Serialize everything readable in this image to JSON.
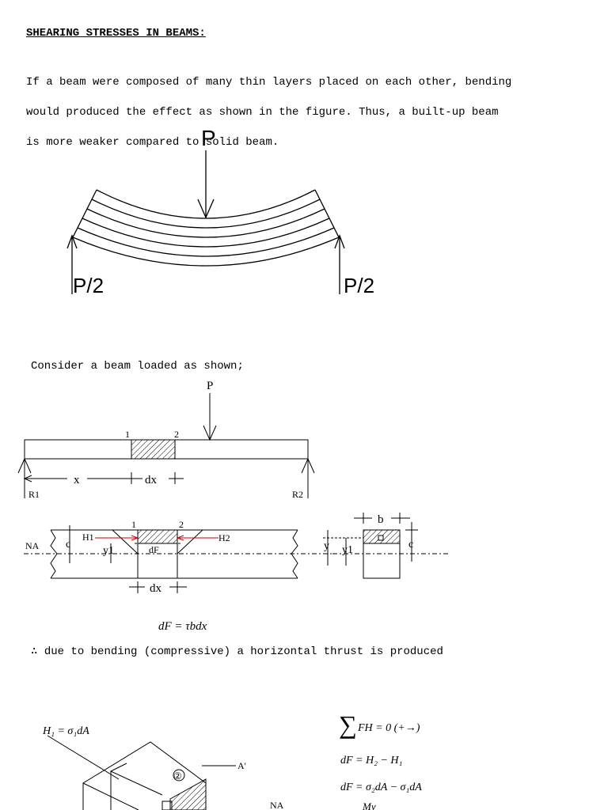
{
  "heading": "SHEARING STRESSES IN BEAMS:",
  "intro": [
    "If a beam were composed of many thin layers placed on each other, bending",
    "would produced the effect as shown in the figure. Thus, a built-up beam",
    "is more weaker compared to solid beam."
  ],
  "fig1": {
    "load": "P",
    "left_reaction": "P/2",
    "right_reaction": "P/2"
  },
  "consider_text": "Consider a beam loaded as shown;",
  "fig2": {
    "load": "P",
    "section1": "1",
    "section2": "2",
    "dim_x": "x",
    "dim_dx": "dx",
    "reaction1": "R1",
    "reaction2": "R2"
  },
  "fig3": {
    "neutral_axis": "NA",
    "c": "c",
    "y1": "y1",
    "h1": "H1",
    "h2": "H2",
    "df": "dF",
    "sec1": "1",
    "sec2": "2",
    "dx": "dx",
    "b": "b",
    "y": "y",
    "y1b": "y1",
    "cb": "c"
  },
  "equation_df": "dF = τbdx",
  "therefore_text": "∴ due to bending (compressive) a horizontal thrust is produced",
  "fig4": {
    "h1_label": "H₁ = σ₁dA",
    "circle2": "②",
    "a_prime": "A'",
    "na": "NA"
  },
  "equations": {
    "sum_fh": "FH = 0  (+→)",
    "eq1": "dF = H₂ − H₁",
    "eq2": "dF = σ₂dA − σ₁dA",
    "eq3": "My"
  }
}
